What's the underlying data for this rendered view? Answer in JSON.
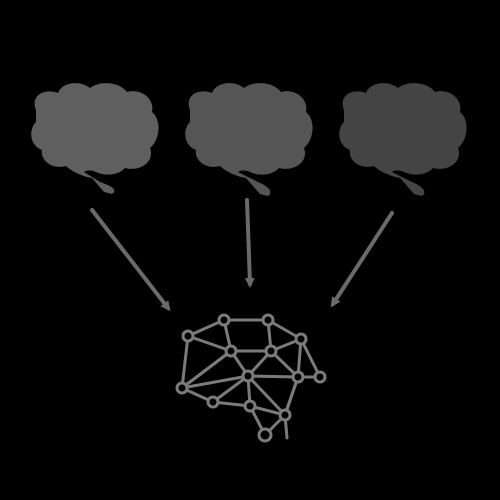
{
  "colors": {
    "background": "#000000",
    "brain_left": "#5f5f5f",
    "brain_middle": "#555555",
    "brain_right": "#444444",
    "arrow": "#6a6a6a",
    "network": "#7b7b7b"
  },
  "sources": [
    {
      "icon": "brain-icon",
      "color_key": "brain_left"
    },
    {
      "icon": "brain-icon",
      "color_key": "brain_middle"
    },
    {
      "icon": "brain-icon",
      "color_key": "brain_right"
    }
  ],
  "target": {
    "icon": "neural-network-brain-icon"
  }
}
